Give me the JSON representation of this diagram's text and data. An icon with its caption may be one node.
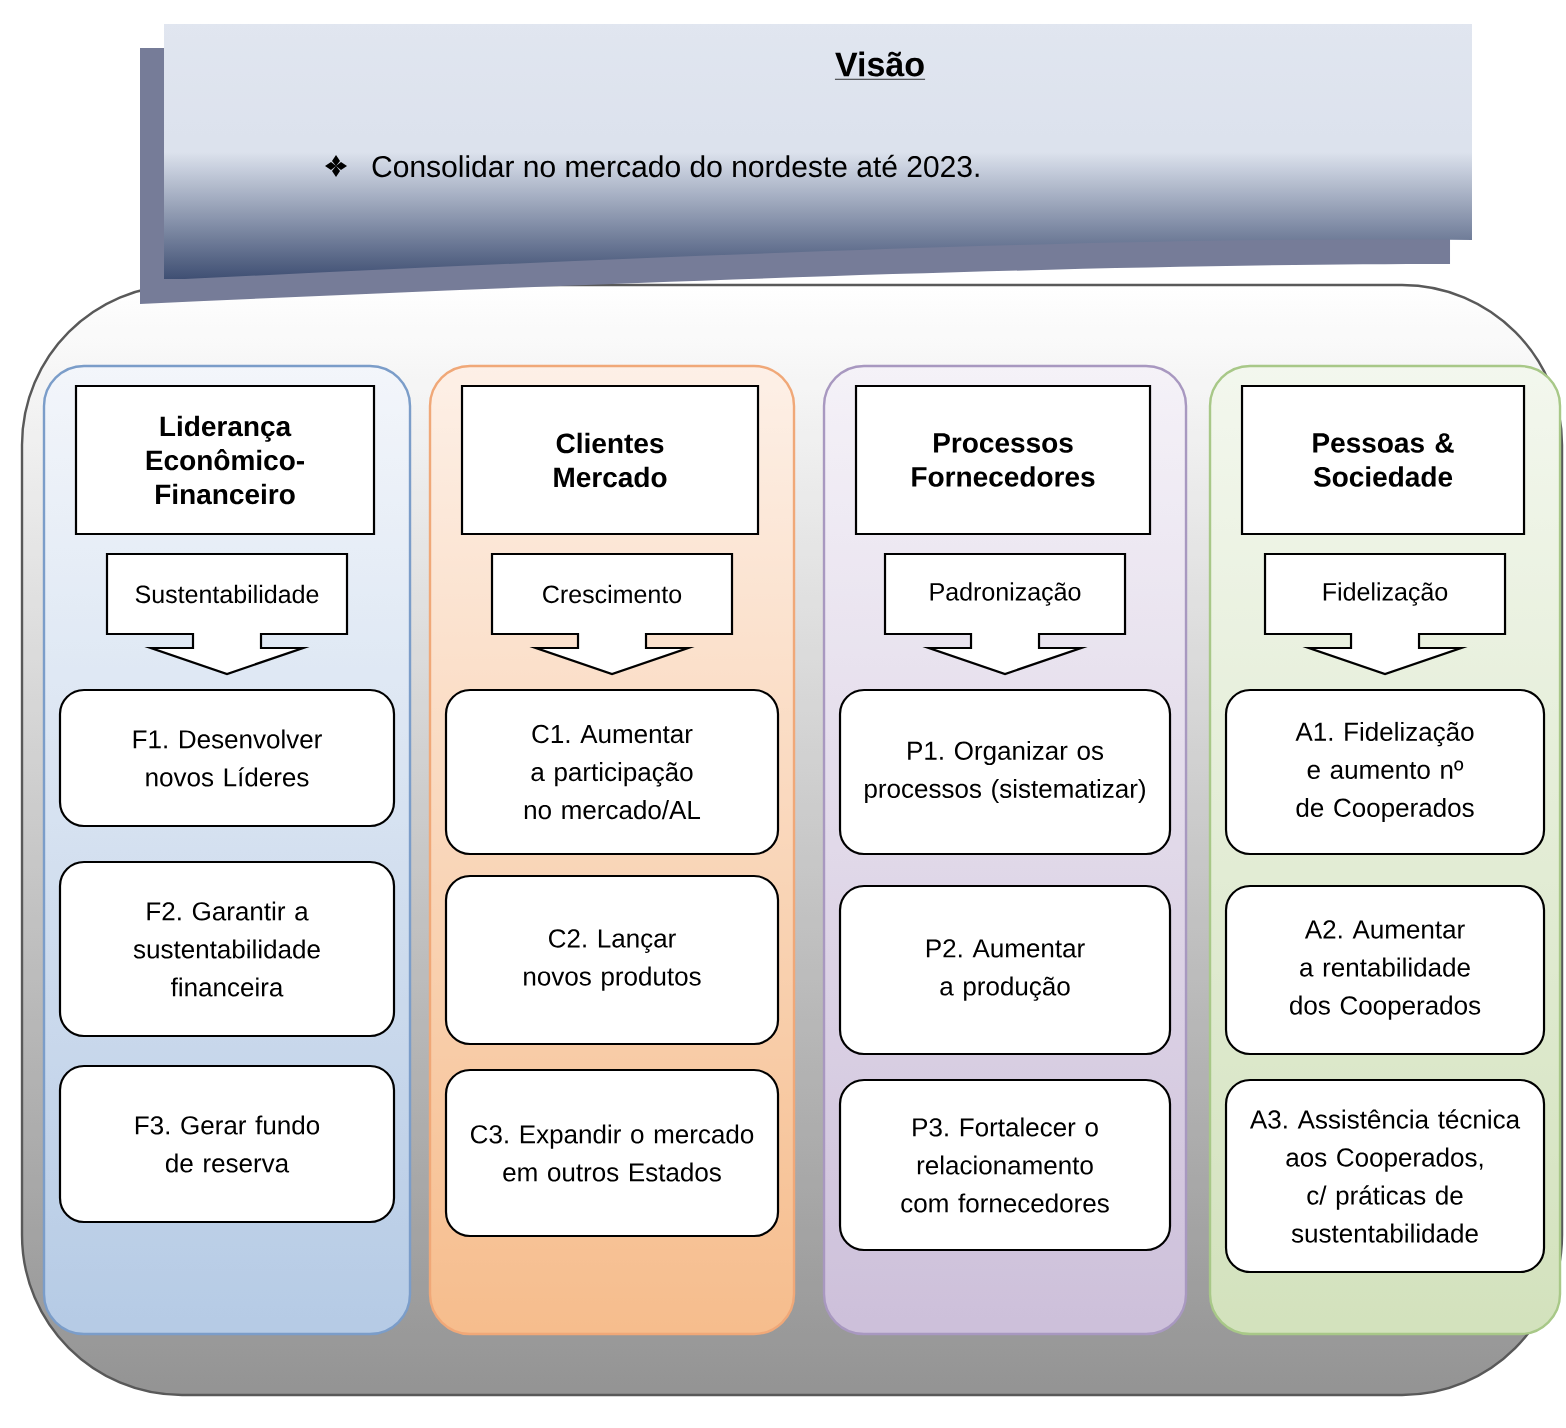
{
  "diagram": {
    "nodes": [
      {
        "text": [
          "Visão",
          "Consolidar no mercado do nordeste até 2023."
        ]
      },
      {
        "text": [],
        "shape": "box"
      },
      {
        "text": [],
        "shape": "box",
        "in": 1
      },
      {
        "text": [
          "Liderança Econômico-Financeiro"
        ],
        "in": 2
      },
      {
        "text": [
          "Sustentabilidade"
        ],
        "in": 2
      },
      {
        "text": [
          "F1. Desenvolver novos Líderes"
        ],
        "in": 2
      },
      {
        "text": [
          "F2. Garantir a sustentabilidade financeira"
        ],
        "in": 2
      },
      {
        "text": [
          "F3. Gerar fundo de reserva"
        ],
        "in": 2
      },
      {
        "text": [],
        "shape": "box",
        "in": 1
      },
      {
        "text": [
          "Clientes Mercado"
        ],
        "in": 8
      },
      {
        "text": [
          "Crescimento"
        ],
        "in": 8
      },
      {
        "text": [
          "C1. Aumentar a participação no mercado/AL"
        ],
        "in": 8
      },
      {
        "text": [
          "C2. Lançar novos produtos"
        ],
        "in": 8
      },
      {
        "text": [
          "C3. Expandir o mercado em outros Estados"
        ],
        "in": 8
      },
      {
        "text": [],
        "shape": "box",
        "in": 1
      },
      {
        "text": [
          "Processos Fornecedores"
        ],
        "in": 14
      },
      {
        "text": [
          "Padronização"
        ],
        "in": 14
      },
      {
        "text": [
          "P1. Organizar os processos (sistematizar)"
        ],
        "in": 14
      },
      {
        "text": [
          "P2. Aumentar a produção"
        ],
        "in": 14
      },
      {
        "text": [
          "P3. Fortalecer o relacionamento com fornecedores"
        ],
        "in": 14
      },
      {
        "text": [],
        "shape": "box",
        "in": 1
      },
      {
        "text": [
          "Pessoas & Sociedade"
        ],
        "in": 20
      },
      {
        "text": [
          "Fidelização"
        ],
        "in": 20
      },
      {
        "text": [
          "A1. Fidelização e aumento nº de Cooperados"
        ],
        "in": 20
      },
      {
        "text": [
          "A2. Aumentar a rentabilidade dos Cooperados"
        ],
        "in": 20
      },
      {
        "text": [
          "A3. Assistência técnica aos Cooperados, c/ práticas de sustentabilidade"
        ],
        "in": 20
      }
    ]
  }
}
